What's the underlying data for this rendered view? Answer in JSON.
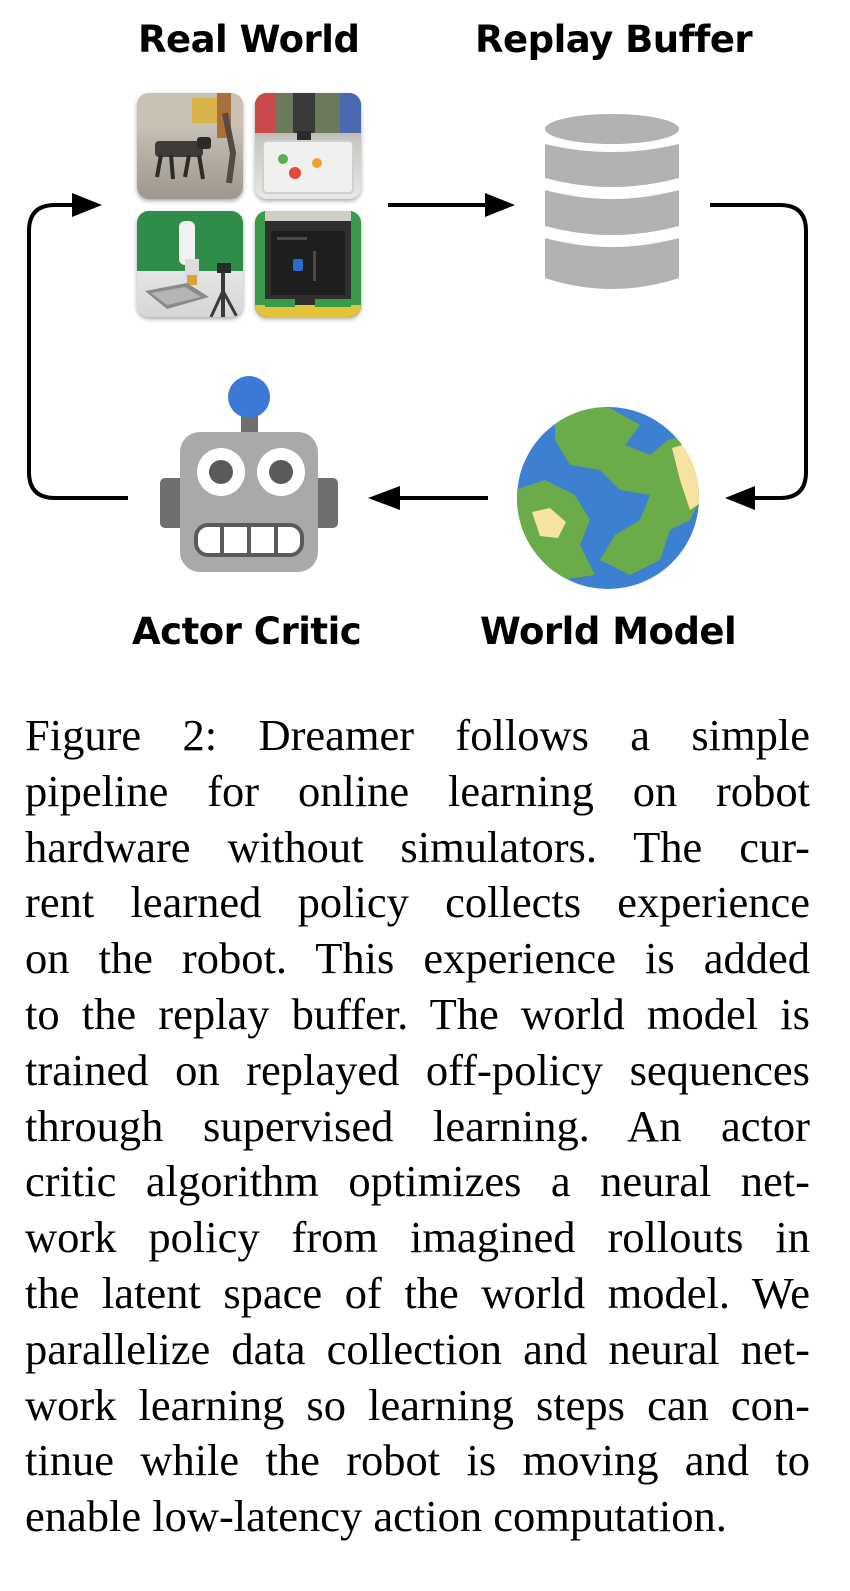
{
  "labels": {
    "real_world": "Real World",
    "replay_buffer": "Replay Buffer",
    "actor_critic": "Actor Critic",
    "world_model": "World Model"
  },
  "icons": {
    "replay_buffer": "database-icon",
    "actor_critic": "robot-icon",
    "world_model": "globe-icon",
    "real_world": [
      "quadruped-robot-photo",
      "robot-arm-photo",
      "robot-arm-bins-photo",
      "maze-rover-photo"
    ]
  },
  "colors": {
    "database": "#b2b2b2",
    "robot_body": "#a9a9a9",
    "robot_antenna": "#3b78d8",
    "globe_ocean": "#3d7fd0",
    "globe_land": "#6aac4a",
    "globe_sand": "#f6e3a1"
  },
  "caption": {
    "lines": [
      "Figure 2: Dreamer follows a simple",
      "pipeline for online learning on robot",
      "hardware without simulators. The cur-",
      "rent learned policy collects experience",
      "on the robot. This experience is added",
      "to the replay buffer. The world model is",
      "trained on replayed off-policy sequences",
      "through supervised learning. An actor",
      "critic algorithm optimizes a neural net-",
      "work policy from imagined rollouts in",
      "the latent space of the world model. We",
      "parallelize data collection and neural net-",
      "work learning so learning steps can con-",
      "tinue while the robot is moving and to",
      "enable low-latency action computation."
    ]
  }
}
